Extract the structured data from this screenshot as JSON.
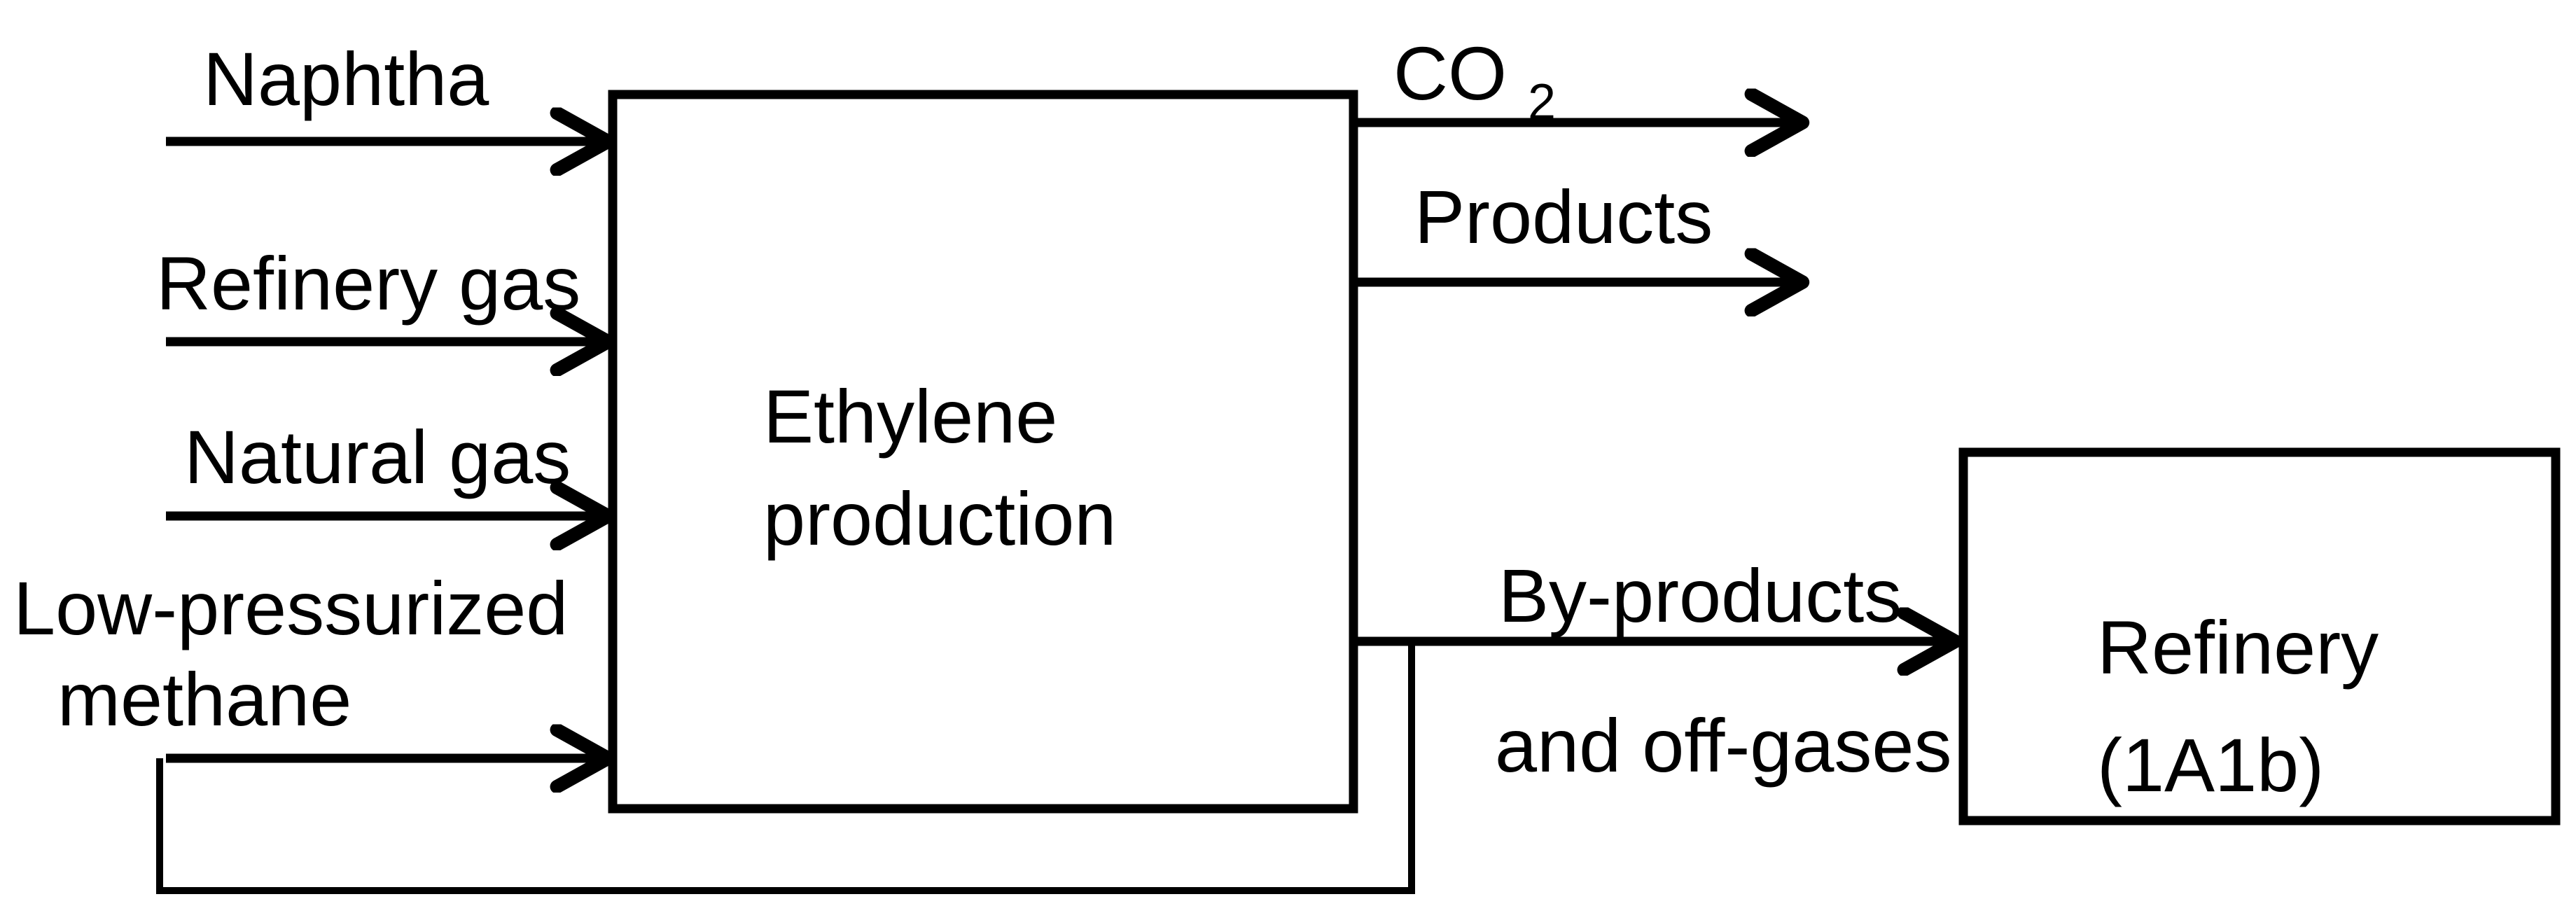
{
  "diagram": {
    "type": "process-flow-diagram",
    "background_color": "#ffffff",
    "stroke_color": "#000000",
    "arrowhead_style": "open-chevron",
    "nodes": [
      {
        "id": "ethylene-production",
        "label_line1": "Ethylene",
        "label_line2": "production"
      },
      {
        "id": "refinery",
        "label_line1": "Refinery",
        "label_line2": "(1A1b)"
      }
    ],
    "edges": [
      {
        "from": "naphtha",
        "to": "ethylene-production"
      },
      {
        "from": "refinery-gas",
        "to": "ethylene-production"
      },
      {
        "from": "natural-gas",
        "to": "ethylene-production"
      },
      {
        "from": "low-pressurized-methane",
        "to": "ethylene-production"
      },
      {
        "from": "ethylene-production",
        "to": "co2-out"
      },
      {
        "from": "ethylene-production",
        "to": "products-out"
      },
      {
        "from": "ethylene-production",
        "to": "refinery"
      },
      {
        "from": "low-pressurized-methane",
        "to": "by-products-stream"
      }
    ]
  },
  "labels": {
    "naphtha": "Naphtha",
    "refinery_gas": "Refinery gas",
    "natural_gas": "Natural gas",
    "low_pressurized_line1": "Low-pressurized",
    "low_pressurized_line2": "methane",
    "ethylene_line1": "Ethylene",
    "ethylene_line2": "production",
    "co2_base": "CO",
    "co2_sub": "2",
    "products": "Products",
    "byproducts_line1": "By-products",
    "byproducts_line2": "and off-gases",
    "refinery_line1": "Refinery",
    "refinery_line2": "(1A1b)"
  }
}
